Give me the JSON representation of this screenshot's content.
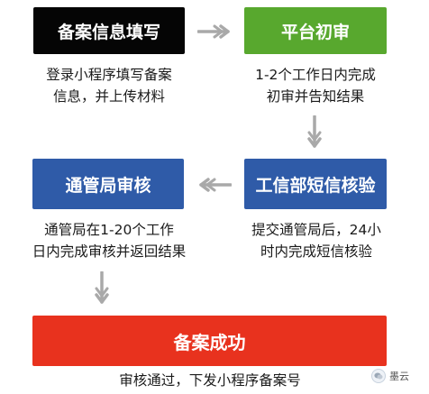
{
  "steps": {
    "fill_info": {
      "title": "备案信息填写",
      "desc_line1": "登录小程序填写备案",
      "desc_line2": "信息，并上传材料"
    },
    "platform_review": {
      "title": "平台初审",
      "desc_line1": "1-2个工作日内完成",
      "desc_line2": "初审并告知结果"
    },
    "miit_sms": {
      "title": "工信部短信核验",
      "desc_line1": "提交通管局后，24小",
      "desc_line2": "时内完成短信核验"
    },
    "bureau_review": {
      "title": "通管局审核",
      "desc_line1": "通管局在1-20个工作",
      "desc_line2": "日内完成审核并返回结果"
    },
    "success": {
      "title": "备案成功",
      "desc_line1": "审核通过，下发小程序备案号"
    }
  },
  "watermark": {
    "label": "墨云"
  },
  "colors": {
    "black_box": "#050505",
    "green_box": "#58a82e",
    "blue_box": "#2f5ba8",
    "red_box": "#e8321e",
    "arrow": "#a9a9a9"
  },
  "icons": {
    "arrow": "double-chevron-arrow-icon",
    "watermark": "wechat-logo-icon"
  }
}
